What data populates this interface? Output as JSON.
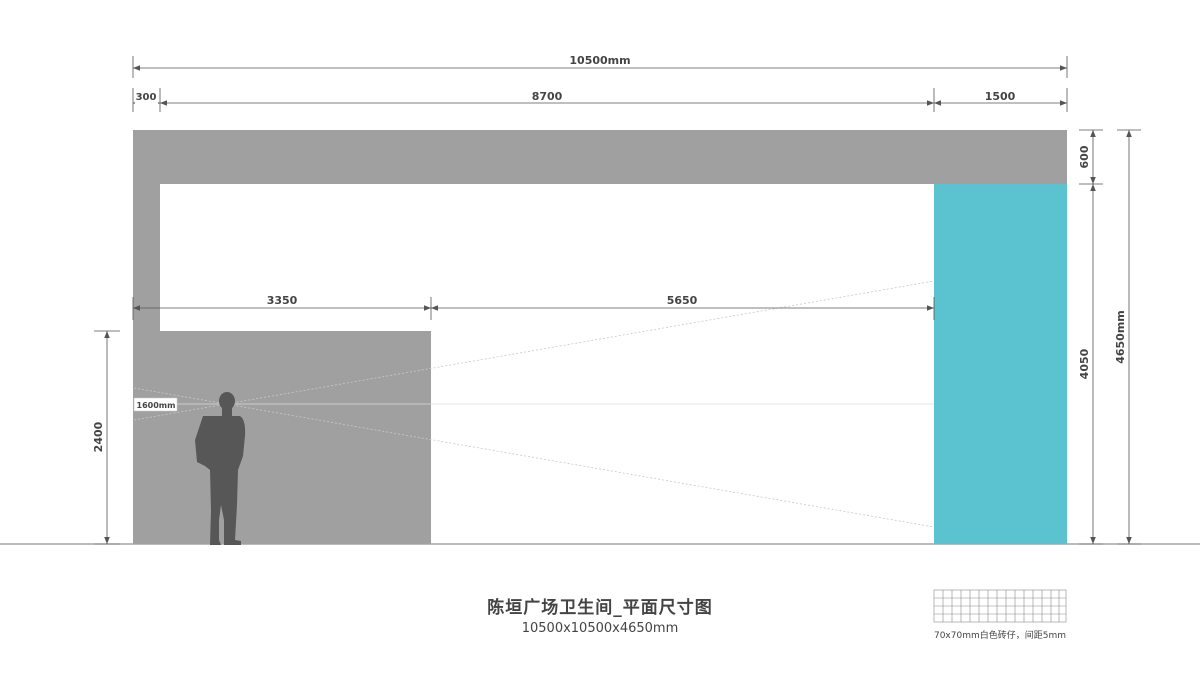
{
  "title": "陈垣广场卫生间_平面尺寸图",
  "subtitle": "10500x10500x4650mm",
  "tile_note": "70x70mm白色砖仔，间距5mm",
  "dimensions": {
    "overall_width": "10500mm",
    "segment_left": "300",
    "segment_middle": "8700",
    "segment_right": "1500",
    "span_a": "3350",
    "span_b": "5650",
    "height_top_band": "600",
    "height_panel": "4050",
    "height_total": "4650mm",
    "height_low_wall": "2400",
    "eye_height": "1600mm"
  },
  "colors": {
    "wall": "#a0a0a0",
    "panel": "#5bc2d0",
    "figure": "#575757",
    "dimension_line": "#555555"
  }
}
